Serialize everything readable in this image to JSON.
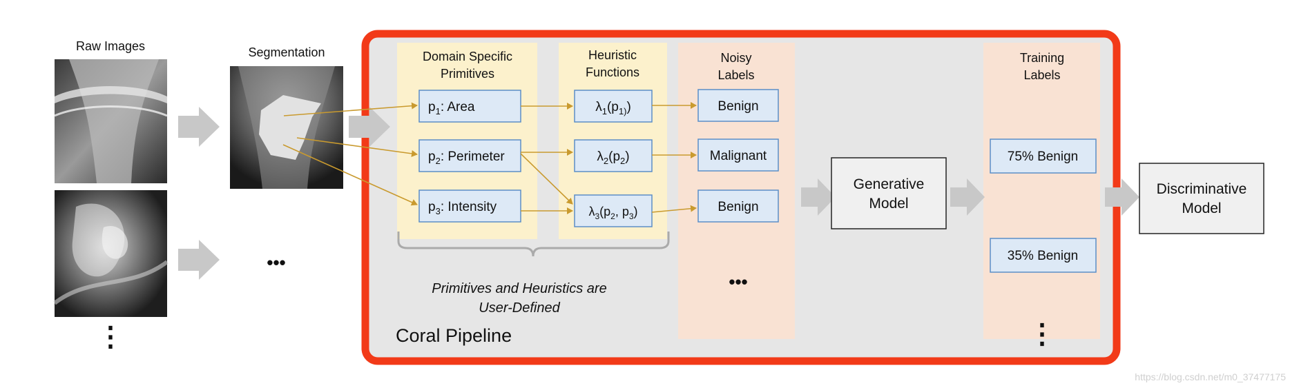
{
  "left": {
    "raw_images_label": "Raw Images",
    "segmentation_label": "Segmentation",
    "ellipsis": "•••",
    "vertical_ellipsis": "⋮"
  },
  "pipeline": {
    "name": "Coral Pipeline",
    "frame_color": "#f23a18",
    "columns": {
      "primitives_title_1": "Domain Specific",
      "primitives_title_2": "Primitives",
      "heuristics_title_1": "Heuristic",
      "heuristics_title_2": "Functions",
      "noisy_title_1": "Noisy",
      "noisy_title_2": "Labels",
      "training_title_1": "Training",
      "training_title_2": "Labels"
    },
    "primitives": [
      {
        "name": "p",
        "sub": "1",
        "rest": ": Area"
      },
      {
        "name": "p",
        "sub": "2",
        "rest": ":  Perimeter"
      },
      {
        "name": "p",
        "sub": "3",
        "rest": ":  Intensity"
      }
    ],
    "heuristics": [
      {
        "pre": "λ",
        "sub1": "1",
        "args": "(p",
        "sub2": "1)",
        "tail": ")"
      },
      {
        "pre": "λ",
        "sub1": "2",
        "args": "(p",
        "sub2": "2",
        "tail": ")"
      },
      {
        "pre": "λ",
        "sub1": "3",
        "args": "(p",
        "sub2": "2",
        "mid": ", p",
        "sub3": "3",
        "tail": ")"
      }
    ],
    "noisy_labels": [
      "Benign",
      "Malignant",
      "Benign"
    ],
    "noisy_ellipsis": "•••",
    "generative_model_1": "Generative",
    "generative_model_2": "Model",
    "training_labels": [
      "75% Benign",
      "35% Benign"
    ],
    "training_ellipsis": "⋮",
    "note_1": "Primitives and Heuristics are",
    "note_2": "User-Defined"
  },
  "discriminative_model_1": "Discriminative",
  "discriminative_model_2": "Model",
  "watermark": "https://blog.csdn.net/m0_37477175",
  "colors": {
    "yellow_column": "#fcf1cc",
    "peach_column": "#f9e2d3",
    "pipeline_bg": "#e6e6e6",
    "box_fill": "#dde9f6",
    "box_stroke": "#5b8ec7",
    "arrow_gold": "#c99a2e",
    "block_arrow": "#c8c8c8"
  }
}
